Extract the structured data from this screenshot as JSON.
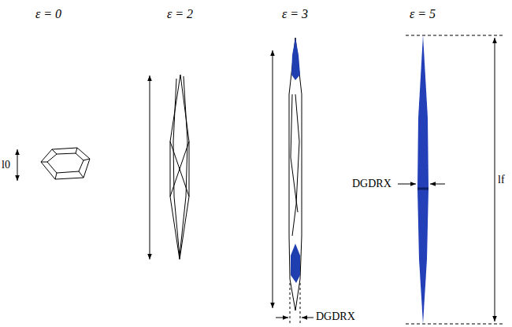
{
  "diagram": {
    "labels": [
      "ε = 0",
      "ε = 2",
      "ε = 3",
      "ε = 5",
      "l0",
      "DGDRX",
      "DGDRX",
      "lf"
    ]
  }
}
